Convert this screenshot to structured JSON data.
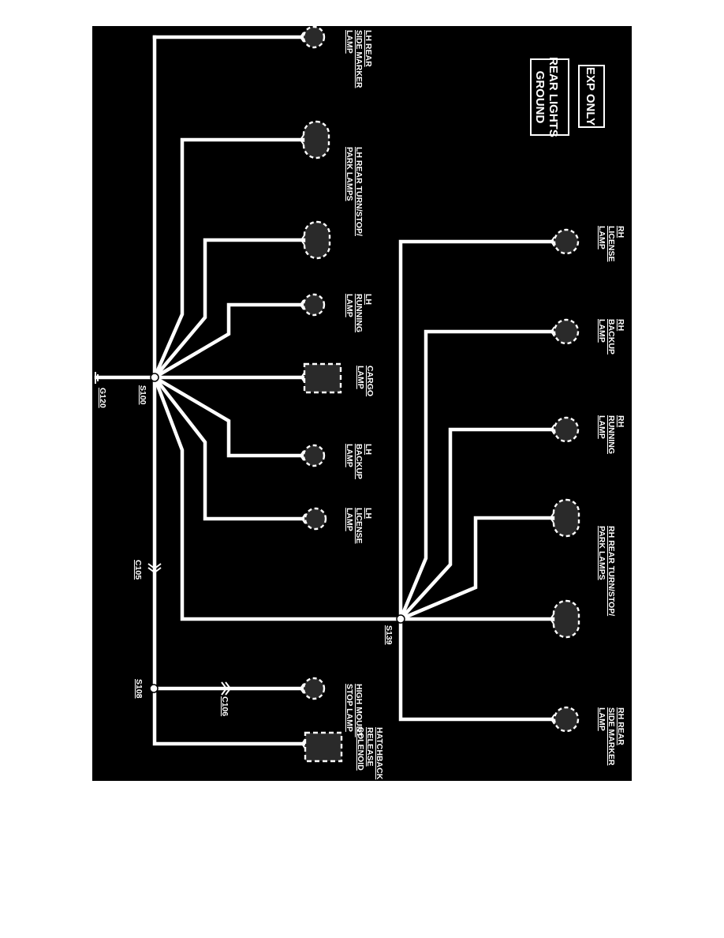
{
  "title_box": {
    "line1": "EXP ONLY",
    "line2": "REAR LIGHTS",
    "line3": "GROUND"
  },
  "ground": "G120",
  "splices": {
    "s100": "S100",
    "s139": "S139",
    "s108": "S108"
  },
  "connectors": {
    "c105": "C105",
    "c106": "C106"
  },
  "lh_components": [
    {
      "name": "lh-rear-side-marker",
      "lines": [
        "LH REAR",
        "SIDE MARKER",
        "LAMP"
      ]
    },
    {
      "name": "lh-rear-turn-stop-park",
      "lines": [
        "LH REAR TURN/STOP/",
        "PARK LAMPS"
      ]
    },
    {
      "name": "lh-running",
      "lines": [
        "LH",
        "RUNNING",
        "LAMP"
      ]
    },
    {
      "name": "cargo",
      "lines": [
        "CARGO",
        "LAMP"
      ]
    },
    {
      "name": "lh-backup",
      "lines": [
        "LH",
        "BACKUP",
        "LAMP"
      ]
    },
    {
      "name": "lh-license",
      "lines": [
        "LH",
        "LICENSE",
        "LAMP"
      ]
    },
    {
      "name": "high-mount-stop",
      "lines": [
        "HIGH MOUNT",
        "STOP LAMP"
      ]
    },
    {
      "name": "hatchback-release-solenoid",
      "lines": [
        "HATCHBACK",
        "RELEASE",
        "SOLENOID"
      ]
    }
  ],
  "rh_components": [
    {
      "name": "rh-license",
      "lines": [
        "RH",
        "LICENSE",
        "LAMP"
      ]
    },
    {
      "name": "rh-backup",
      "lines": [
        "RH",
        "BACKUP",
        "LAMP"
      ]
    },
    {
      "name": "rh-running",
      "lines": [
        "RH",
        "RUNNING",
        "LAMP"
      ]
    },
    {
      "name": "rh-rear-turn-stop-park",
      "lines": [
        "RH REAR TURN/STOP/",
        "PARK LAMPS"
      ]
    },
    {
      "name": "rh-rear-side-marker",
      "lines": [
        "RH REAR",
        "SIDE MARKER",
        "LAMP"
      ]
    }
  ],
  "colors": {
    "background": "#000000",
    "wire": "#ffffff",
    "lamp_fill": "#2a2a2a"
  }
}
